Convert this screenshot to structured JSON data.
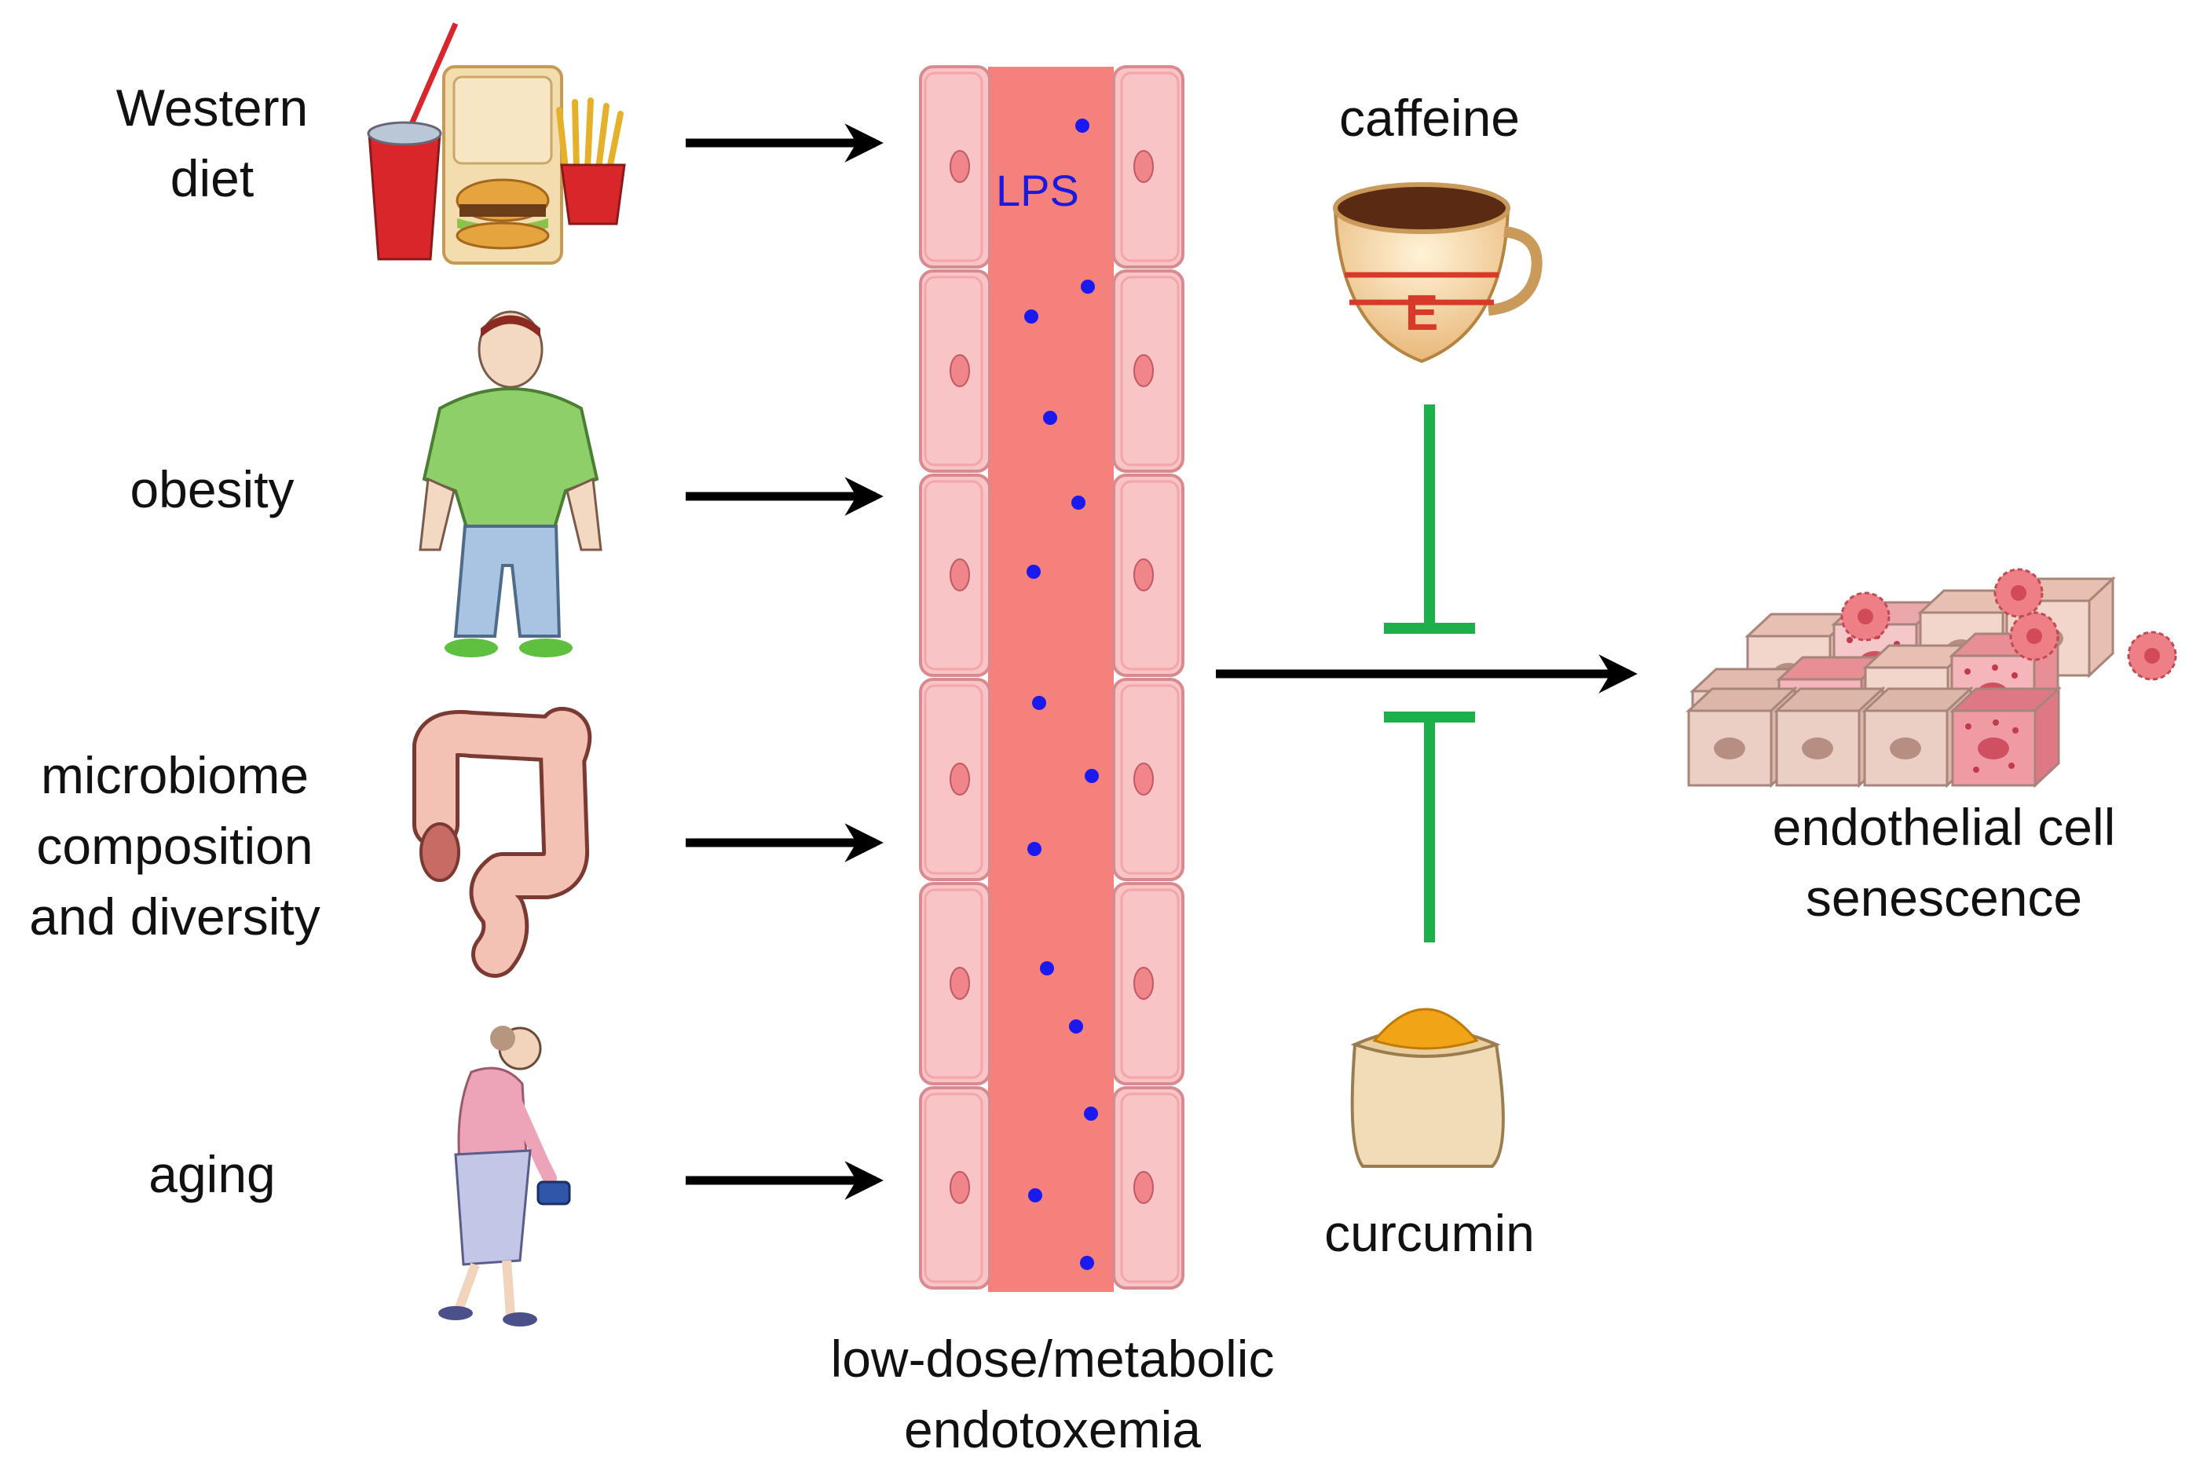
{
  "factors": [
    {
      "id": "western-diet",
      "lines": [
        "Western",
        "diet"
      ]
    },
    {
      "id": "obesity",
      "lines": [
        "obesity"
      ]
    },
    {
      "id": "microbiome",
      "lines": [
        "microbiome",
        "composition",
        "and diversity"
      ]
    },
    {
      "id": "aging",
      "lines": [
        "aging"
      ]
    }
  ],
  "vessel": {
    "lps_label": "LPS",
    "caption_lines": [
      "low-dose/metabolic",
      "endotoxemia"
    ]
  },
  "inhibitors": {
    "top": "caffeine",
    "bottom": "curcumin"
  },
  "outcome": {
    "lines": [
      "endothelial cell",
      "senescence"
    ]
  },
  "icons": [
    "fast-food-icon",
    "obese-person-icon",
    "colon-icon",
    "elderly-woman-icon",
    "coffee-cup-icon",
    "turmeric-sack-icon",
    "endothelial-cells-icon"
  ],
  "colors": {
    "inhibition": "#1cb04a",
    "lumen": "#f4817c",
    "cell": "#f8c4c6",
    "lps_dot": "#1a1aee",
    "arrow": "#000000"
  }
}
